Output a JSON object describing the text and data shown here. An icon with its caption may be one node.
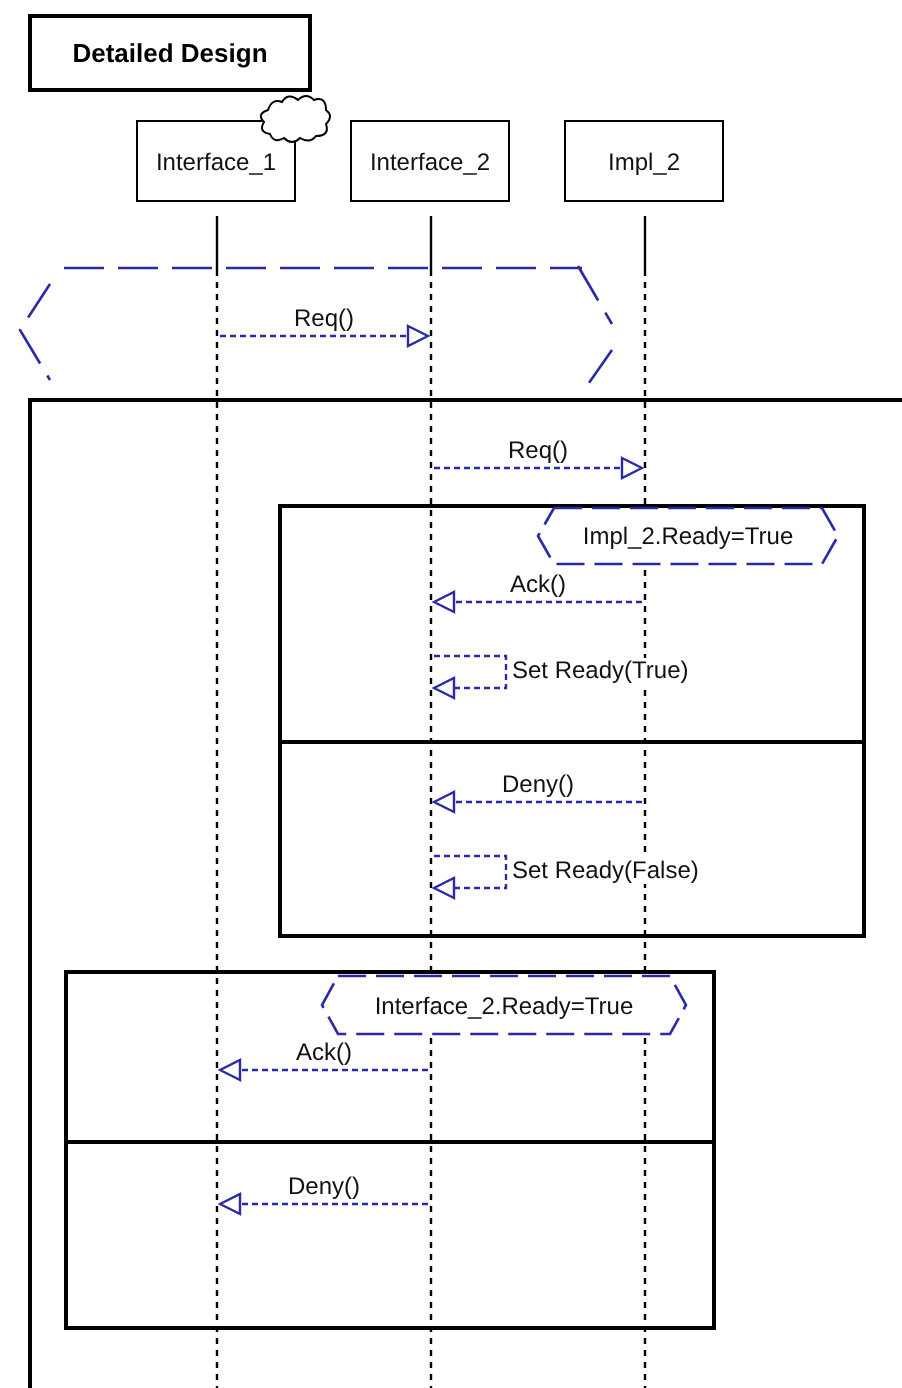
{
  "diagram": {
    "title": "Detailed Design",
    "nodes": [
      {
        "text": [],
        "shape": "cloud"
      },
      {
        "text": [
          "Interface_1"
        ]
      },
      {
        "text": [
          "Interface_2"
        ]
      },
      {
        "text": [
          "Impl_2"
        ]
      },
      {
        "text": [],
        "shape": "bar"
      },
      {
        "text": [],
        "shape": "bar"
      },
      {
        "text": [],
        "shape": "bar"
      },
      {
        "text": [],
        "shape": "box"
      },
      {
        "text": [],
        "shape": "box",
        "in": 7
      },
      {
        "text": [
          "Impl_2.Ready=True"
        ],
        "in": 8
      },
      {
        "text": [],
        "shape": "box",
        "in": 7
      },
      {
        "text": [
          "Interface_2.Ready=True"
        ],
        "in": 10
      }
    ],
    "edges": [
      {
        "from": 4,
        "to": 5,
        "arrow": "to",
        "label": "Req()"
      },
      {
        "from": 5,
        "to": 6,
        "arrow": "to",
        "label": "Req()"
      },
      {
        "from": 6,
        "to": 5,
        "arrow": "to",
        "label": "Ack()"
      },
      {
        "from": 5,
        "to": 5,
        "arrow": "to",
        "label": "Set Ready(True)"
      },
      {
        "from": 6,
        "to": 5,
        "arrow": "to",
        "label": "Deny()"
      },
      {
        "from": 5,
        "to": 5,
        "arrow": "to",
        "label": "Set Ready(False)"
      },
      {
        "from": 5,
        "to": 4,
        "arrow": "to",
        "label": "Ack()"
      },
      {
        "from": 5,
        "to": 4,
        "arrow": "to",
        "label": "Deny()"
      }
    ]
  }
}
